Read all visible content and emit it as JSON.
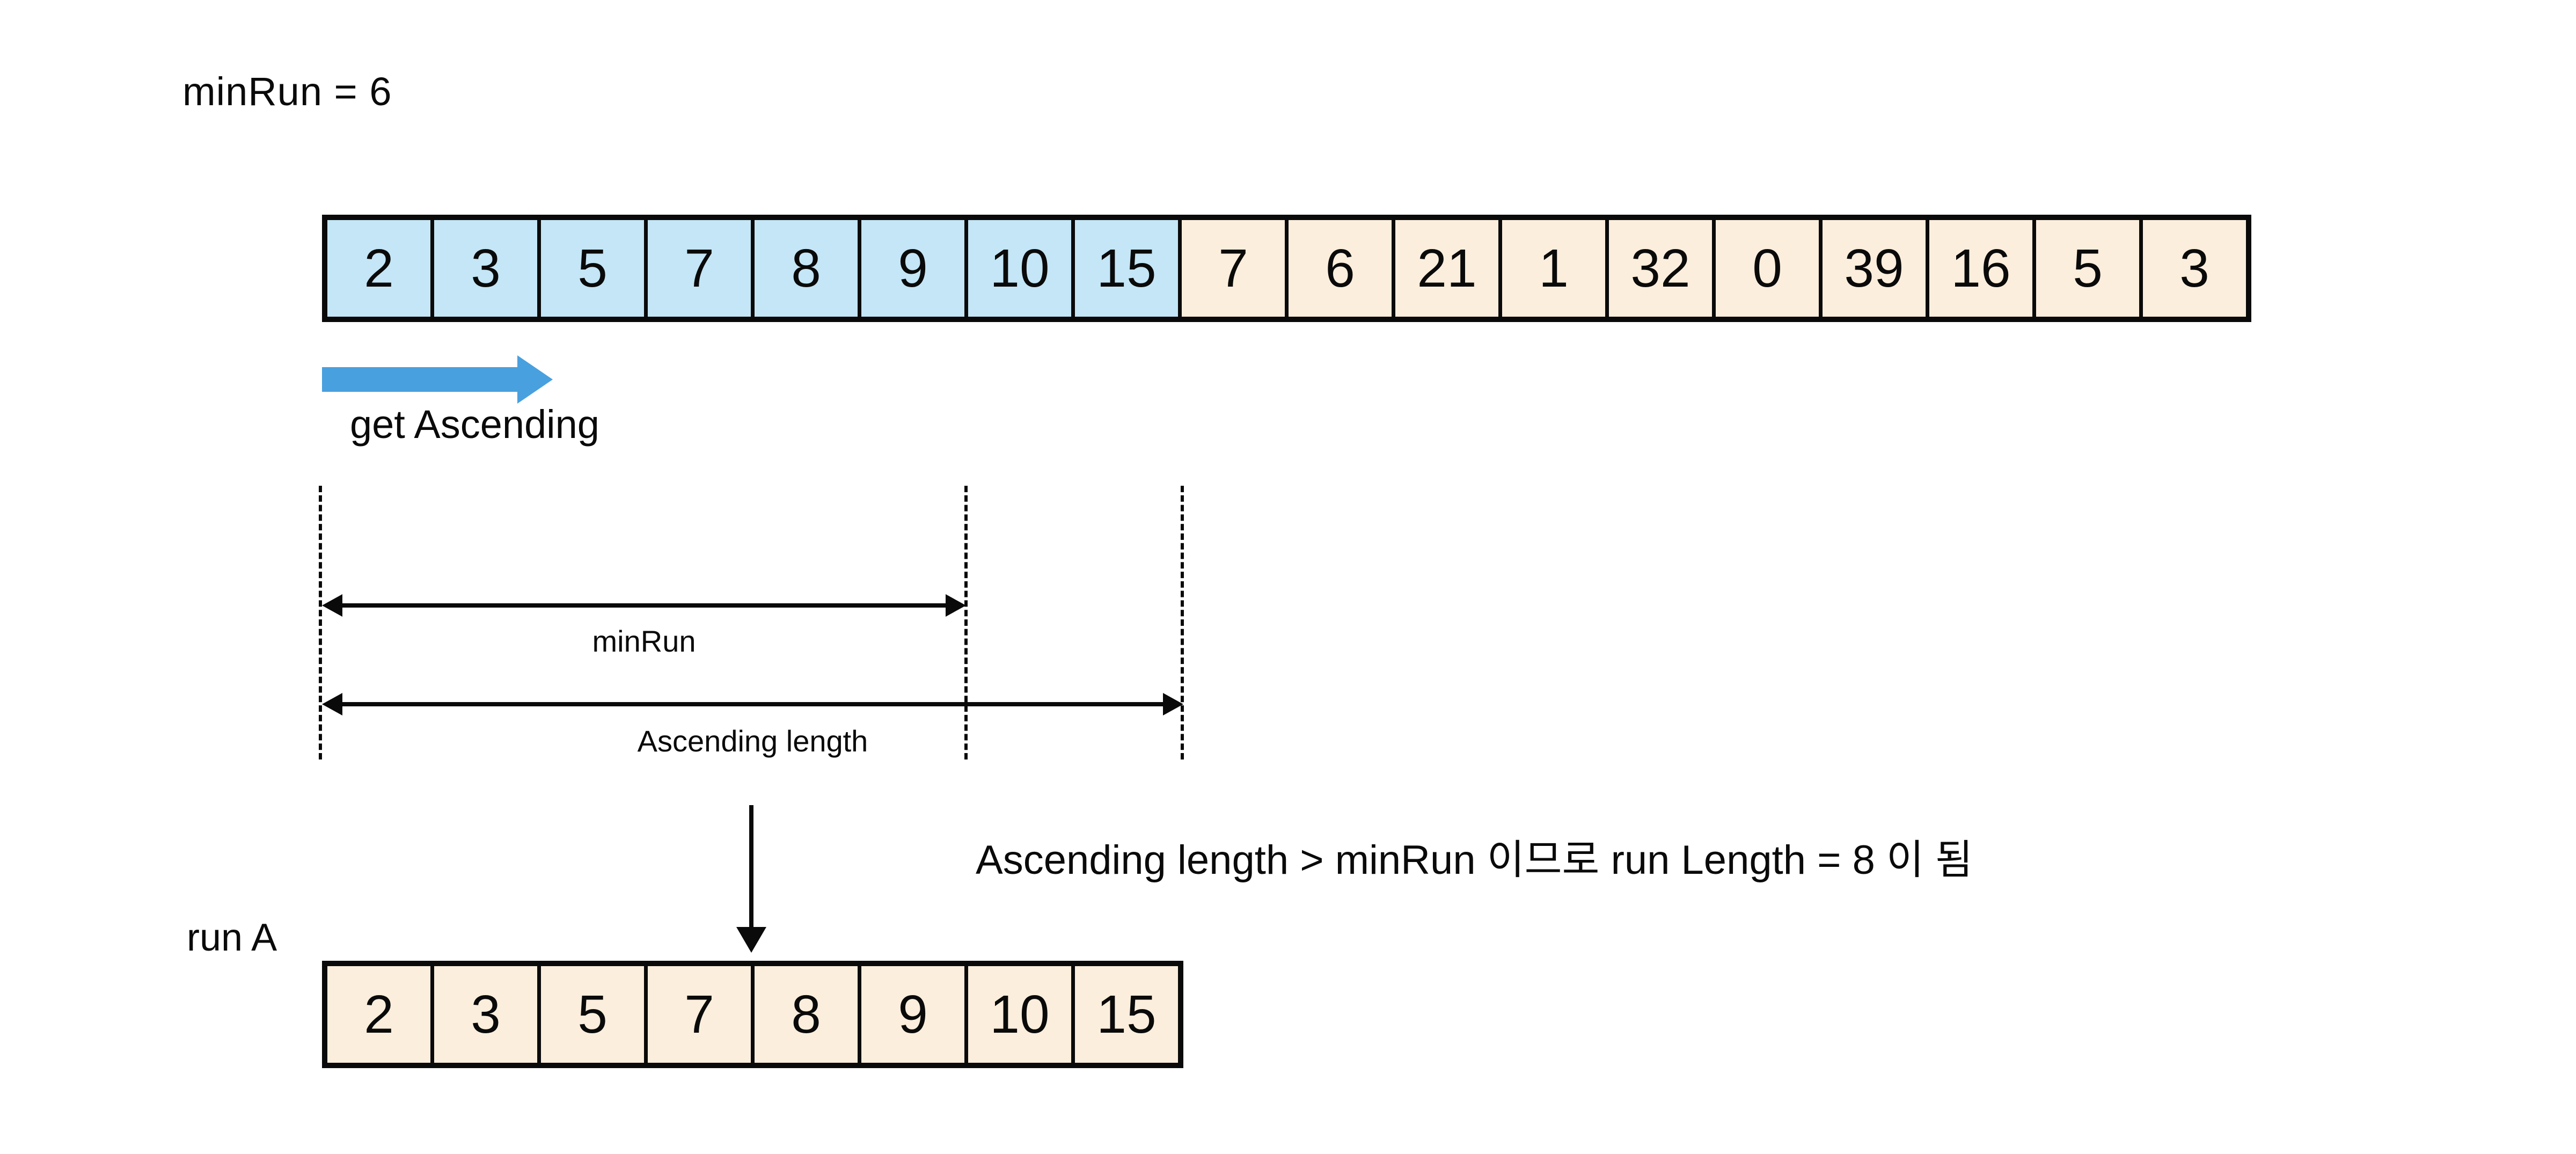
{
  "header": {
    "title": "minRun = 6"
  },
  "colors": {
    "ascending_run": "#c4e6f6",
    "default_cell": "#fbeedc",
    "arrow_blue": "#49a0de",
    "line_black": "#0a0a0a"
  },
  "top_array": {
    "cells": [
      {
        "value": "2",
        "ascending": true
      },
      {
        "value": "3",
        "ascending": true
      },
      {
        "value": "5",
        "ascending": true
      },
      {
        "value": "7",
        "ascending": true
      },
      {
        "value": "8",
        "ascending": true
      },
      {
        "value": "9",
        "ascending": true
      },
      {
        "value": "10",
        "ascending": true
      },
      {
        "value": "15",
        "ascending": true
      },
      {
        "value": "7",
        "ascending": false
      },
      {
        "value": "6",
        "ascending": false
      },
      {
        "value": "21",
        "ascending": false
      },
      {
        "value": "1",
        "ascending": false
      },
      {
        "value": "32",
        "ascending": false
      },
      {
        "value": "0",
        "ascending": false
      },
      {
        "value": "39",
        "ascending": false
      },
      {
        "value": "16",
        "ascending": false
      },
      {
        "value": "5",
        "ascending": false
      },
      {
        "value": "3",
        "ascending": false
      }
    ]
  },
  "ascending_arrow": {
    "label": "get Ascending"
  },
  "spans": {
    "min_run": {
      "label": "minRun"
    },
    "ascending_length": {
      "label": "Ascending length"
    }
  },
  "note": {
    "text": "Ascending length > minRun 이므로 run Length = 8 이 됨"
  },
  "run_a": {
    "label": "run A",
    "cells": [
      {
        "value": "2",
        "ascending": false
      },
      {
        "value": "3",
        "ascending": false
      },
      {
        "value": "5",
        "ascending": false
      },
      {
        "value": "7",
        "ascending": false
      },
      {
        "value": "8",
        "ascending": false
      },
      {
        "value": "9",
        "ascending": false
      },
      {
        "value": "10",
        "ascending": false
      },
      {
        "value": "15",
        "ascending": false
      }
    ]
  }
}
